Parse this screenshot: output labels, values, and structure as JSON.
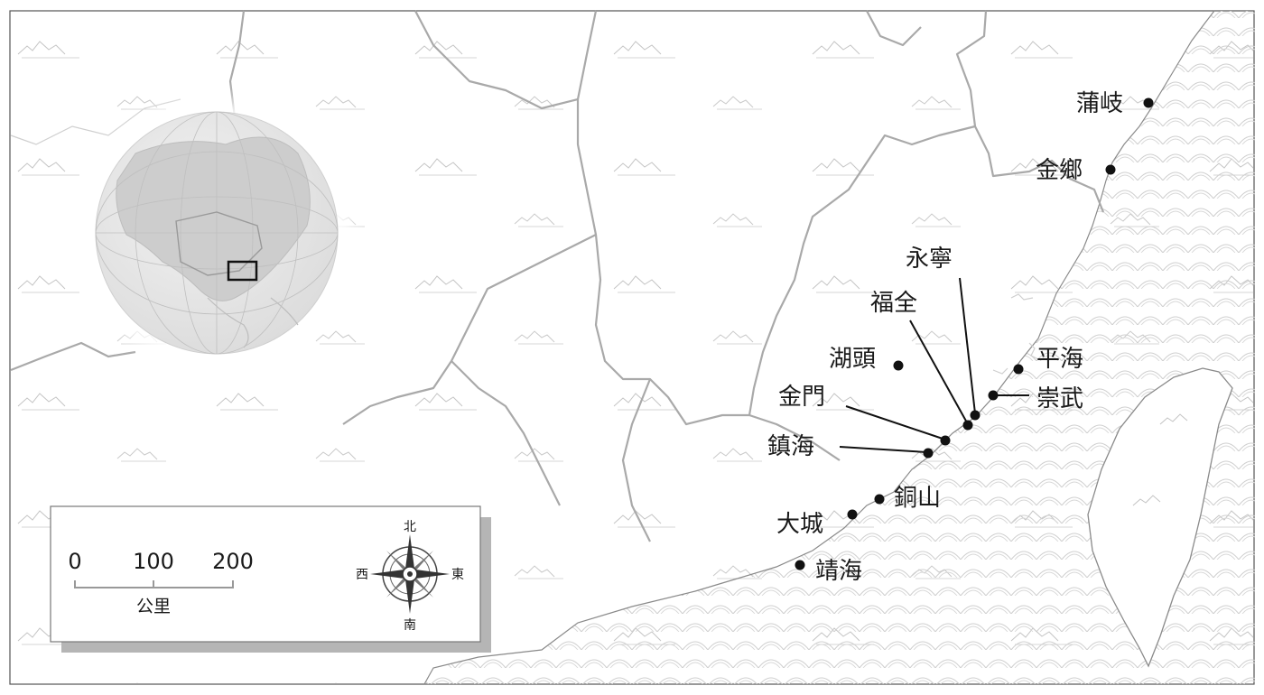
{
  "map": {
    "cities": [
      {
        "name": "蒲岐"
      },
      {
        "name": "金鄉"
      },
      {
        "name": "永寧"
      },
      {
        "name": "福全"
      },
      {
        "name": "湖頭"
      },
      {
        "name": "平海"
      },
      {
        "name": "崇武"
      },
      {
        "name": "金門"
      },
      {
        "name": "鎮海"
      },
      {
        "name": "銅山"
      },
      {
        "name": "大城"
      },
      {
        "name": "靖海"
      }
    ],
    "scale_bar": {
      "ticks": [
        "0",
        "100",
        "200"
      ],
      "unit": "公里"
    },
    "compass": {
      "north": "北",
      "south": "南",
      "east": "東",
      "west": "西"
    },
    "colors": {
      "border": "#9a9a9a",
      "sea_wave": "#cfcfcf",
      "globe": "#e6e6e6",
      "globe_land": "#cdcdcd",
      "dot": "#111111"
    }
  }
}
